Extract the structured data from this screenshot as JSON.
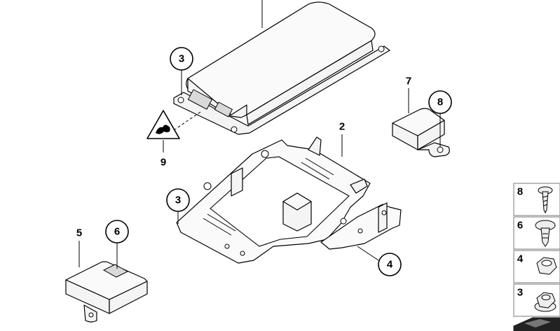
{
  "callouts": {
    "c3_top": "3",
    "c7": "7",
    "c8": "8",
    "c2": "2",
    "c9": "9",
    "c3_mid": "3",
    "c5": "5",
    "c6": "6",
    "c4": "4"
  },
  "legend": [
    {
      "number": "8",
      "icon": "screw-icon"
    },
    {
      "number": "6",
      "icon": "expanding-rivet-icon"
    },
    {
      "number": "4",
      "icon": "hex-nut-icon"
    },
    {
      "number": "3",
      "icon": "flange-nut-icon"
    }
  ]
}
